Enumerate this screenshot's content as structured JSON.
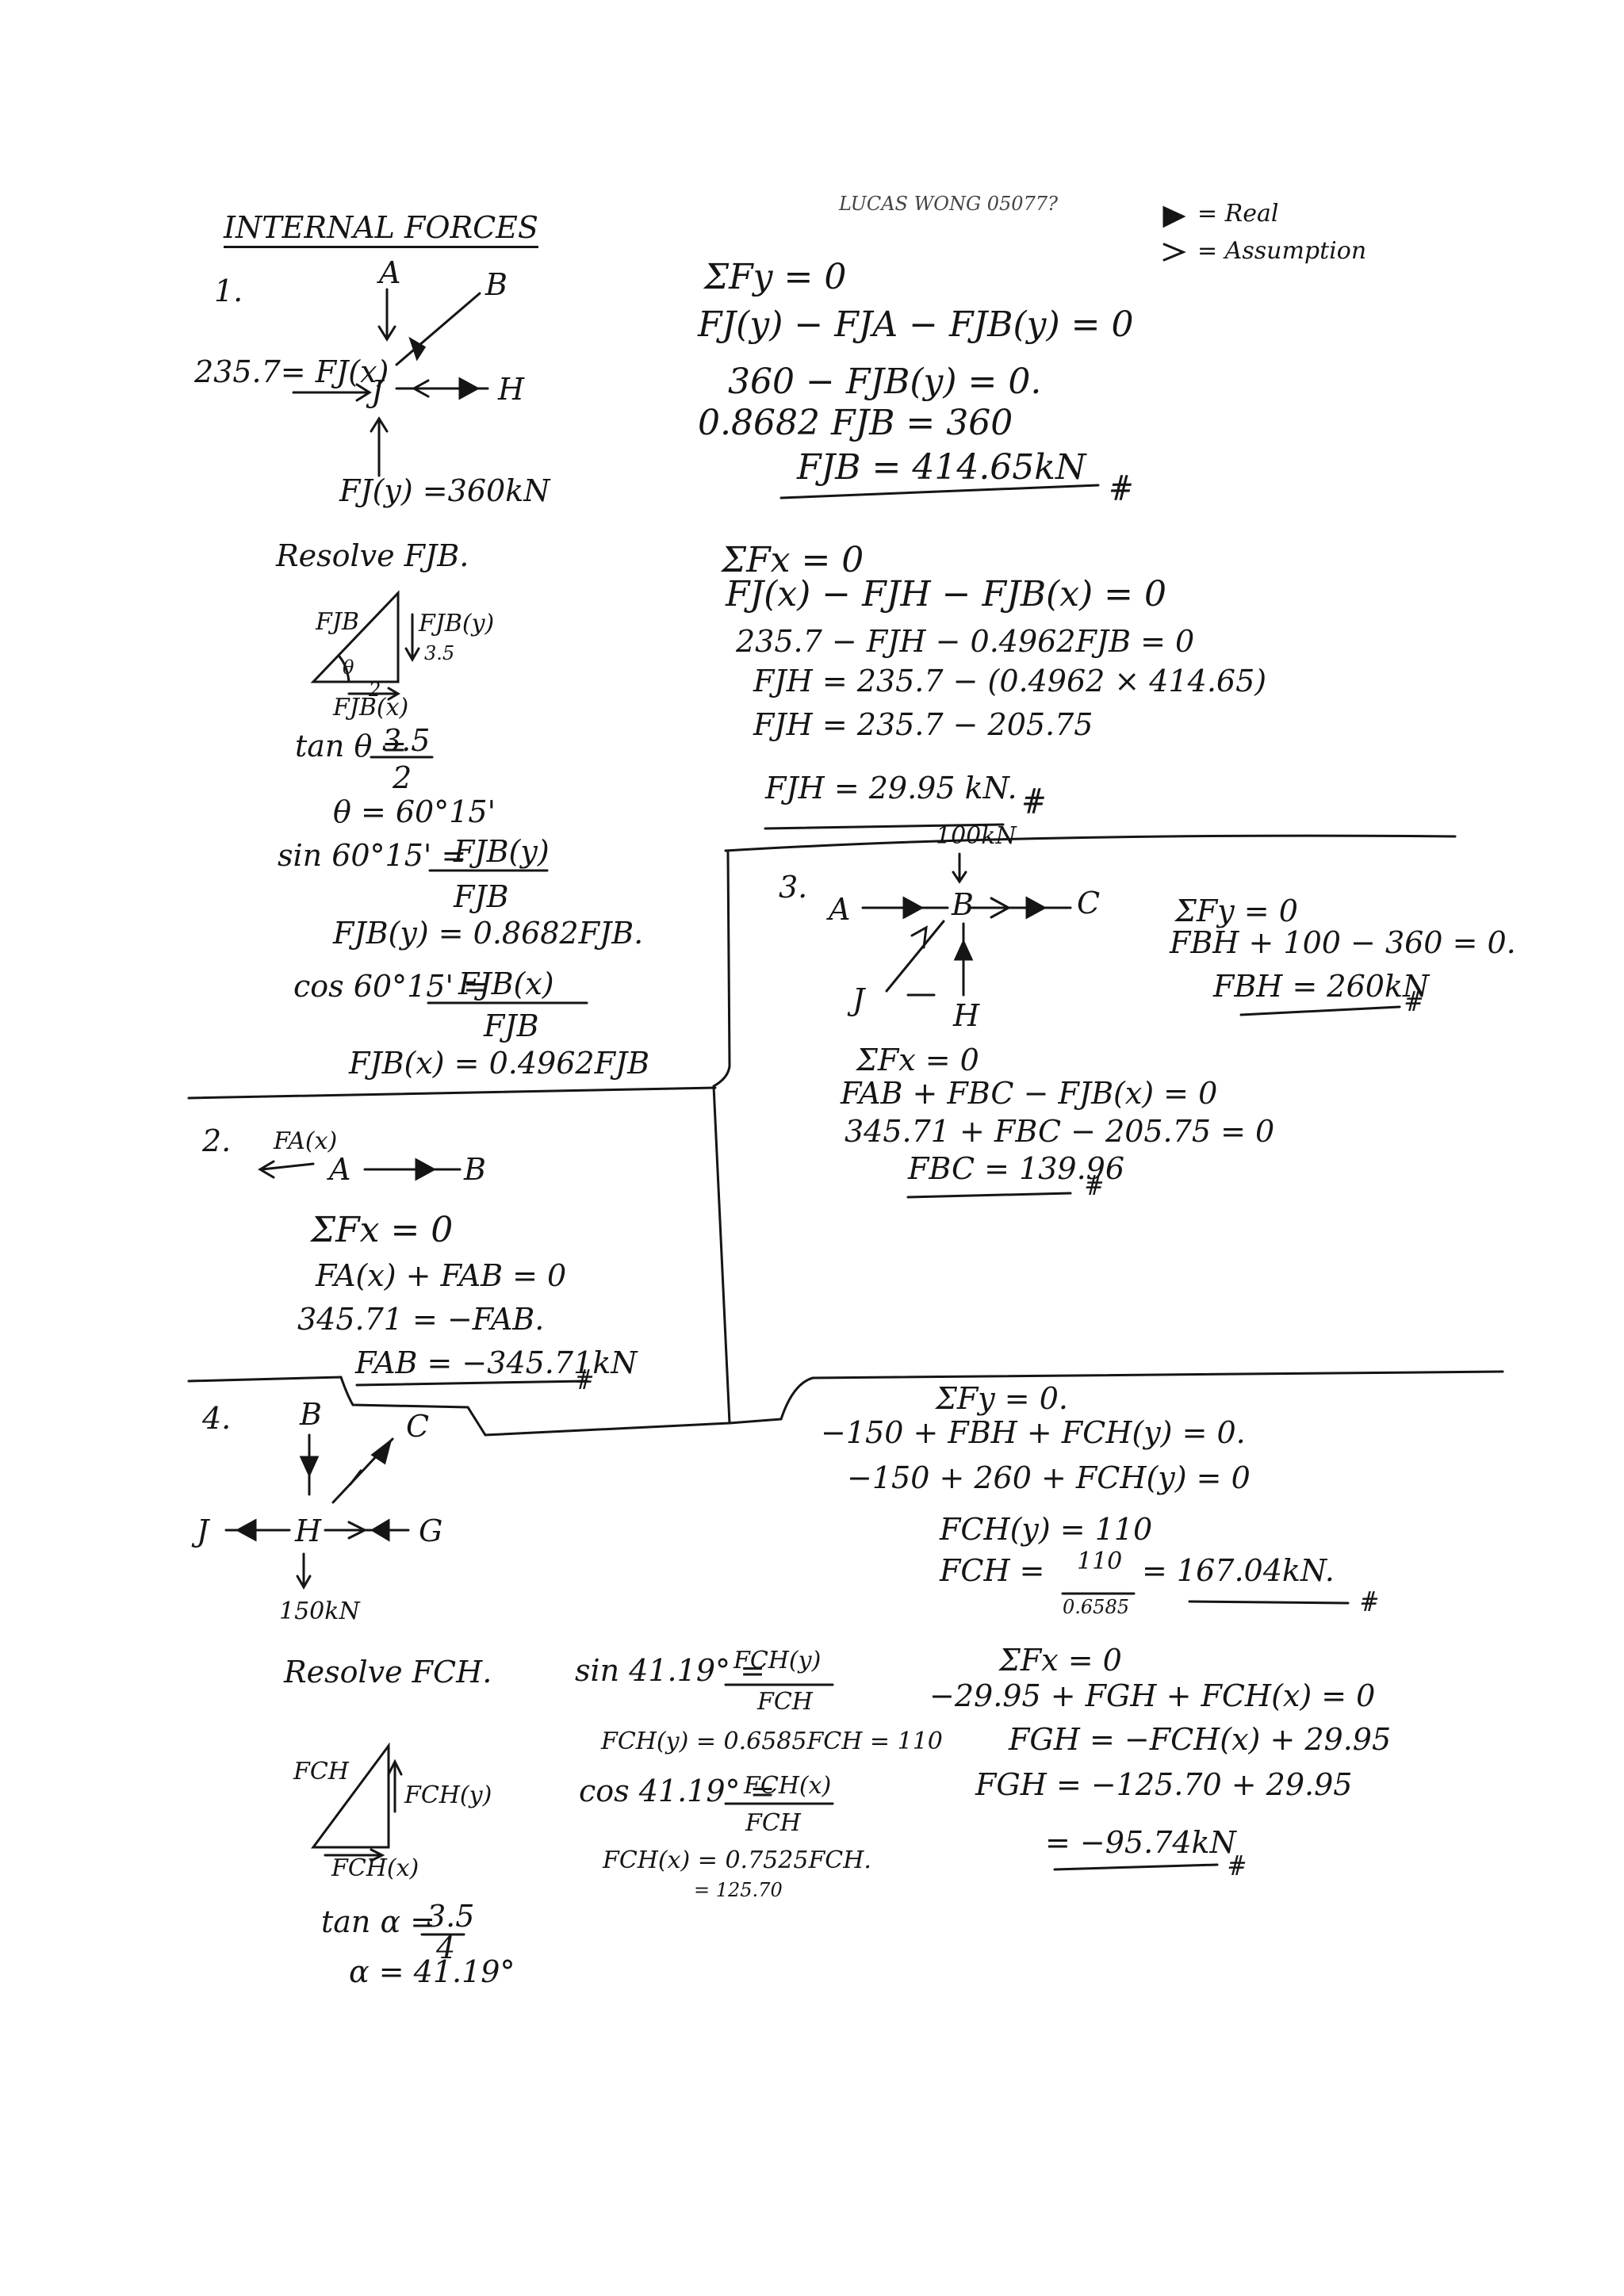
{
  "header": {
    "author_line": "LUCAS WONG 05077?",
    "legend": [
      "= Real",
      "= Assumption"
    ],
    "title": "INTERNAL FORCES"
  },
  "section1": {
    "num": "1.",
    "node_A": "A",
    "node_B": "B",
    "node_J": "J",
    "node_H": "H",
    "fjx": "235.7= FJ(x)",
    "fjy": "FJ(y) =360kN",
    "resolve": "Resolve FJB.",
    "tri_fjb": "FJB",
    "tri_fjby": "FJB(y)",
    "tri_35": "3.5",
    "tri_theta": "θ",
    "tri_2": "2",
    "tri_fjbx": "FJB(x)",
    "tan": [
      "tan θ = ",
      "3.5",
      "2"
    ],
    "theta_val": "θ = 60°15'",
    "sin": [
      "sin 60°15' = ",
      "FJB(y)",
      "FJB"
    ],
    "fjby_val": "FJB(y) = 0.8682FJB.",
    "cos": [
      "cos 60°15' = ",
      "FJB(x)",
      "FJB"
    ],
    "fjbx_val": "FJB(x) = 0.4962FJB",
    "efy": [
      "ΣFy = 0",
      "FJ(y) − FJA − FJB(y) = 0",
      "360 − FJB(y) = 0.",
      "0.8682 FJB = 360",
      "FJB = 414.65kN"
    ],
    "efx": [
      "ΣFx = 0",
      "FJ(x) − FJH − FJB(x) = 0",
      "235.7 − FJH − 0.4962FJB = 0",
      "FJH = 235.7 − (0.4962 × 414.65)",
      "FJH = 235.7 − 205.75",
      "FJH = 29.95 kN."
    ]
  },
  "section2": {
    "num": "2.",
    "fax": "FA(x)",
    "node_A": "A",
    "node_B": "B",
    "eqs": [
      "ΣFx = 0",
      "FA(x) + FAB = 0",
      "345.71 = −FAB.",
      "FAB = −345.71kN"
    ]
  },
  "section3": {
    "num": "3.",
    "load": "100kN",
    "node_A": "A",
    "node_B": "B",
    "node_C": "C",
    "node_J": "J",
    "node_H": "H",
    "efy": [
      "ΣFy = 0",
      "FBH + 100 − 360 = 0.",
      "FBH = 260kN"
    ],
    "efx": [
      "ΣFx = 0",
      "FAB + FBC − FJB(x) = 0",
      "345.71 + FBC − 205.75 = 0",
      "FBC = 139.96"
    ]
  },
  "section4": {
    "num": "4.",
    "node_B": "B",
    "node_C": "C",
    "node_J": "J",
    "node_H": "H",
    "node_G": "G",
    "load": "150kN",
    "resolve": "Resolve FCH.",
    "tri_fch": "FCH",
    "tri_fchy": "FCH(y)",
    "tri_fchx": "FCH(x)",
    "tan": [
      "tan α = ",
      "3.5",
      "4"
    ],
    "alpha_val": "α = 41.19°",
    "sin": [
      "sin 41.19° = ",
      "FCH(y)",
      "FCH"
    ],
    "fchy_val": "FCH(y) = 0.6585FCH = 110",
    "cos": [
      "cos 41.19° = ",
      "FCH(x)",
      "FCH"
    ],
    "fchx_val": "FCH(x) = 0.7525FCH.",
    "fchx_num": "= 125.70",
    "efy": [
      "ΣFy = 0.",
      "−150 + FBH + FCH(y) = 0.",
      "−150 + 260 + FCH(y) = 0"
    ],
    "fchy_res": "FCH(y) = 110",
    "fch_res": [
      "FCH = ",
      "110",
      "0.6585",
      " = 167.04kN."
    ],
    "efx": [
      "ΣFx = 0",
      "−29.95 + FGH + FCH(x) = 0",
      "FGH = −FCH(x) + 29.95",
      "FGH = −125.70 + 29.95",
      "= −95.74kN"
    ]
  }
}
